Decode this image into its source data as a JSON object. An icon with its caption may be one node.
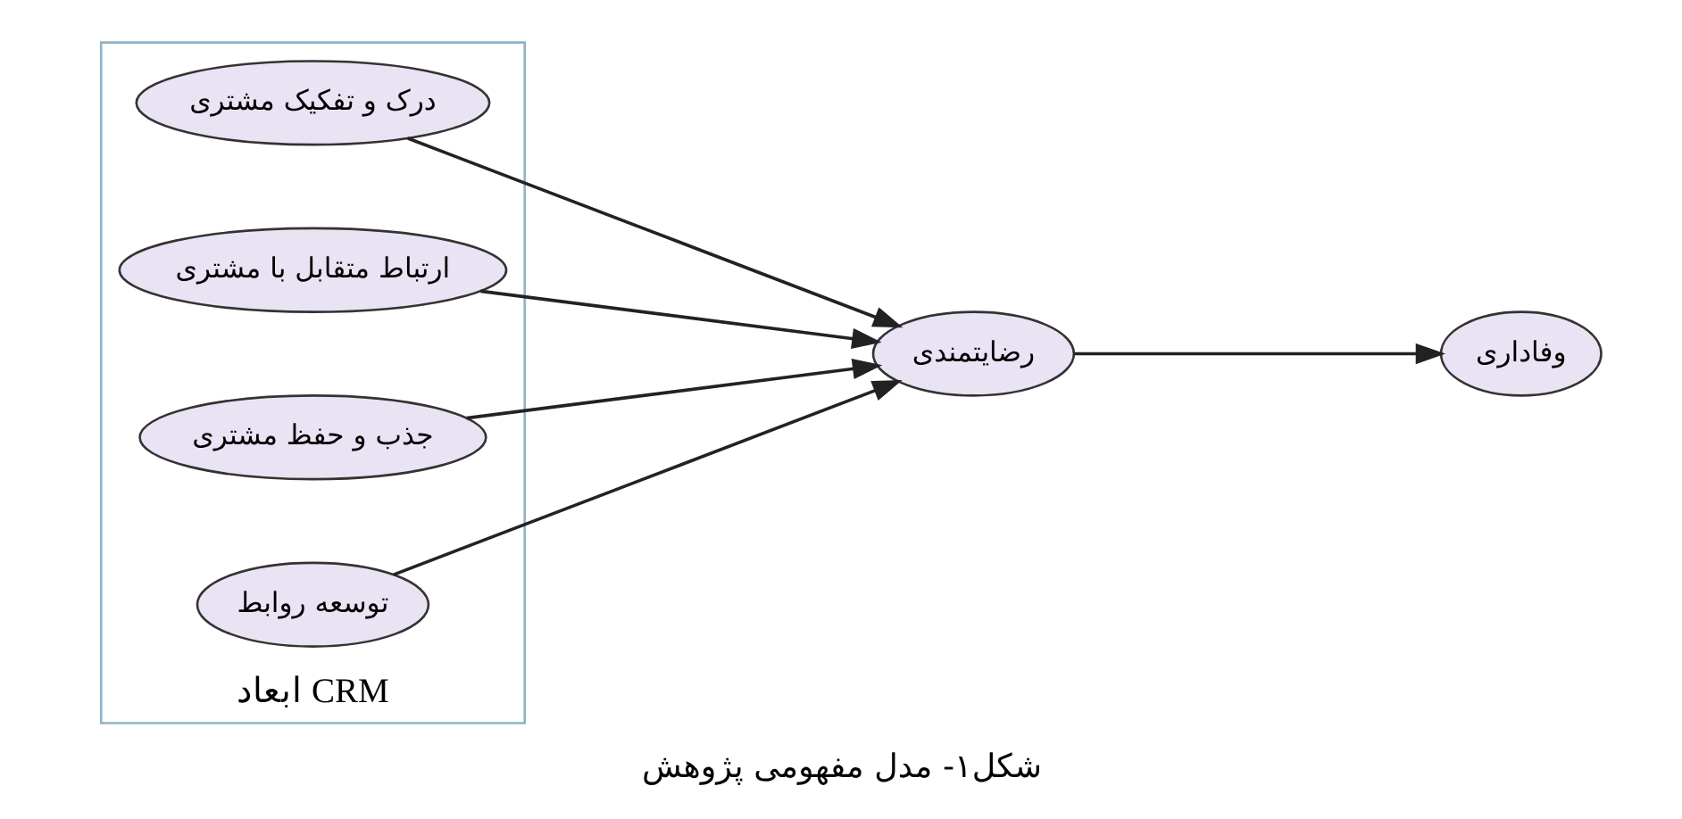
{
  "diagram": {
    "caption": "شکل۱- مدل مفهومی پژوهش",
    "nodes": [
      {
        "text": [
          "ابعاد CRM"
        ]
      },
      {
        "text": [
          "درک و تفکیک مشتری"
        ],
        "in": 0
      },
      {
        "text": [
          "ارتباط متقابل با مشتری"
        ],
        "in": 0
      },
      {
        "text": [
          "جذب و حفظ مشتری"
        ],
        "in": 0
      },
      {
        "text": [
          "توسعه روابط"
        ],
        "in": 0
      },
      {
        "text": [
          "رضایتمندی"
        ]
      },
      {
        "text": [
          "وفاداری"
        ]
      }
    ],
    "edges": [
      {
        "from": 1,
        "to": 5,
        "arrow": "to"
      },
      {
        "from": 2,
        "to": 5,
        "arrow": "to"
      },
      {
        "from": 3,
        "to": 5,
        "arrow": "to"
      },
      {
        "from": 4,
        "to": 5,
        "arrow": "to"
      },
      {
        "from": 5,
        "to": 6,
        "arrow": "to"
      }
    ]
  }
}
